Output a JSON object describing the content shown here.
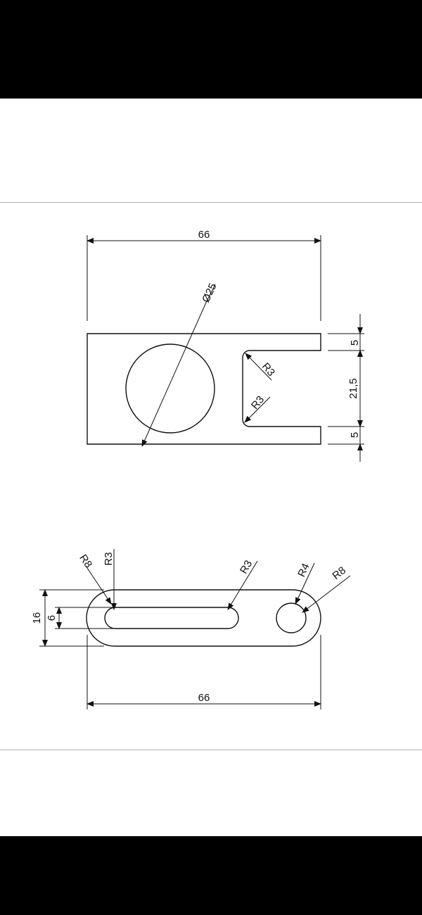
{
  "labels": {
    "top_width": "66",
    "diameter": "Ø25",
    "slot_radius_top": "R3",
    "slot_radius_bottom": "R3",
    "right_dim_top": "5",
    "right_dim_middle": "21,5",
    "right_dim_bottom": "5",
    "bottom_r8_left": "R8",
    "bottom_r3_left": "R3",
    "bottom_r3_right": "R3",
    "bottom_r4": "R4",
    "bottom_r8_right": "R8",
    "bottom_height": "16",
    "bottom_slot_height": "6",
    "bottom_width": "66"
  },
  "colors": {
    "frame_bar": "#000000",
    "separator": "#b0b0b0",
    "line": "#111111"
  }
}
